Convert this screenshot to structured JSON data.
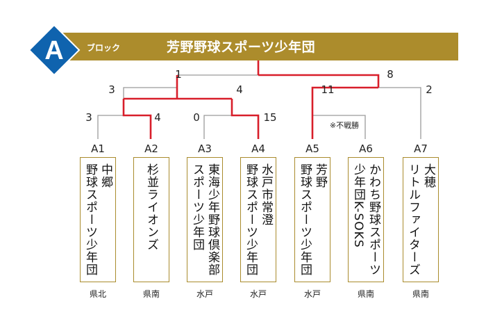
{
  "header": {
    "block_letter": "A",
    "block_label": "ブロック",
    "champion": "芳野野球スポーツ少年団",
    "colors": {
      "bar": "#ac8c2c",
      "badge": "#0f63ae",
      "winner_line": "#d81e2a",
      "line": "#888888"
    }
  },
  "teams": [
    {
      "seed": "A1",
      "name_lines": [
        "中郷",
        "野球スポーツ少年団"
      ],
      "region": "県北"
    },
    {
      "seed": "A2",
      "name_lines": [
        "杉並ライオンズ"
      ],
      "region": "県南"
    },
    {
      "seed": "A3",
      "name_lines": [
        "東海少年野球倶楽部",
        "スポーツ少年団"
      ],
      "region": "水戸"
    },
    {
      "seed": "A4",
      "name_lines": [
        "水戸市常澄",
        "野球スポーツ少年団"
      ],
      "region": "水戸"
    },
    {
      "seed": "A5",
      "name_lines": [
        "芳野",
        "野球スポーツ少年団"
      ],
      "region": "水戸"
    },
    {
      "seed": "A6",
      "name_lines": [
        "かわち野球スポーツ",
        "少年団K-SOKS"
      ],
      "region": "県南"
    },
    {
      "seed": "A7",
      "name_lines": [
        "大穂",
        "リトルファイターズ"
      ],
      "region": "県南"
    }
  ],
  "matches": {
    "r1_a1_a2": {
      "score_left": "3",
      "score_right": "4"
    },
    "r1_a3_a4": {
      "score_left": "0",
      "score_right": "15"
    },
    "r1_a5_a6": {
      "note": "※不戦勝"
    },
    "semi_left": {
      "score_left": "3",
      "score_right": "4"
    },
    "semi_right": {
      "score_left": "11",
      "score_right": "2"
    },
    "final": {
      "score_left": "1",
      "score_right": "8"
    }
  }
}
